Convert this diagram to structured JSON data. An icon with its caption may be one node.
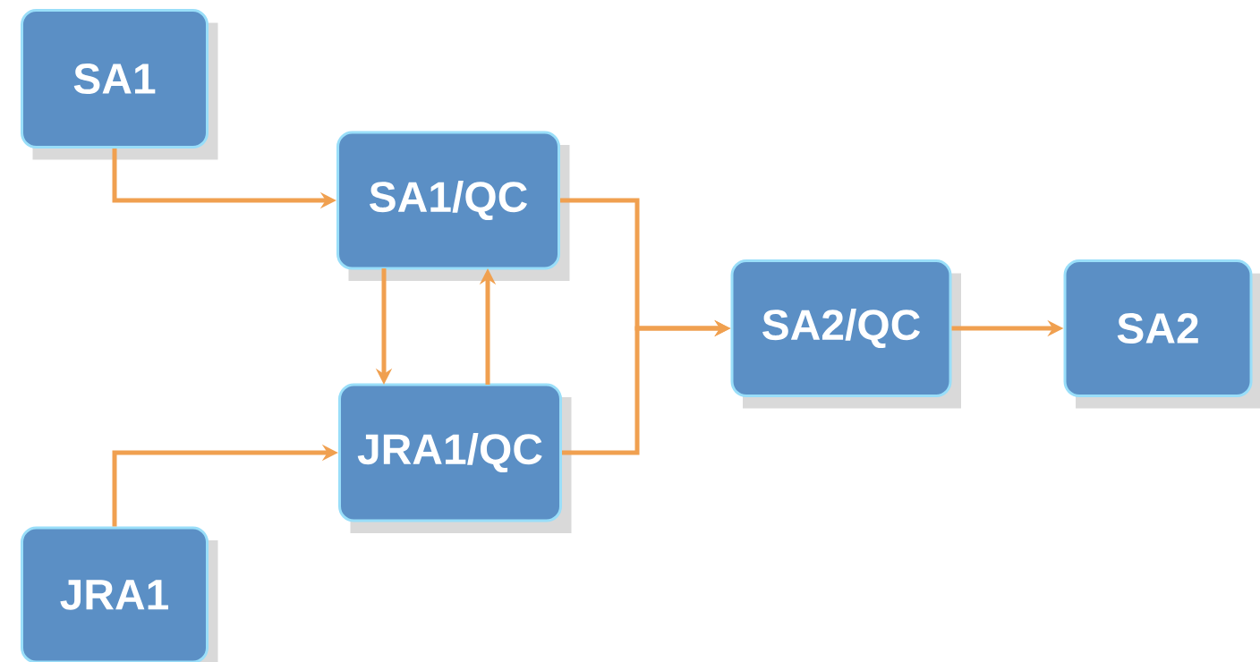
{
  "diagram": {
    "nodes": [
      {
        "text": [
          "SA1"
        ]
      },
      {
        "text": [
          "SA1/QC"
        ]
      },
      {
        "text": [
          "SA2/QC"
        ]
      },
      {
        "text": [
          "SA2"
        ]
      },
      {
        "text": [
          "JRA1/QC"
        ]
      },
      {
        "text": [
          "JRA1"
        ]
      }
    ],
    "edges": [
      {
        "from": 0,
        "to": 1,
        "arrow": "to"
      },
      {
        "from": 1,
        "to": 4,
        "arrow": "to"
      },
      {
        "from": 4,
        "to": 1,
        "arrow": "to"
      },
      {
        "from": 1,
        "to": 2,
        "arrow": "to"
      },
      {
        "from": 4,
        "to": 2,
        "arrow": "to"
      },
      {
        "from": 2,
        "to": 3,
        "arrow": "to"
      },
      {
        "from": 5,
        "to": 4,
        "arrow": "to"
      }
    ]
  }
}
